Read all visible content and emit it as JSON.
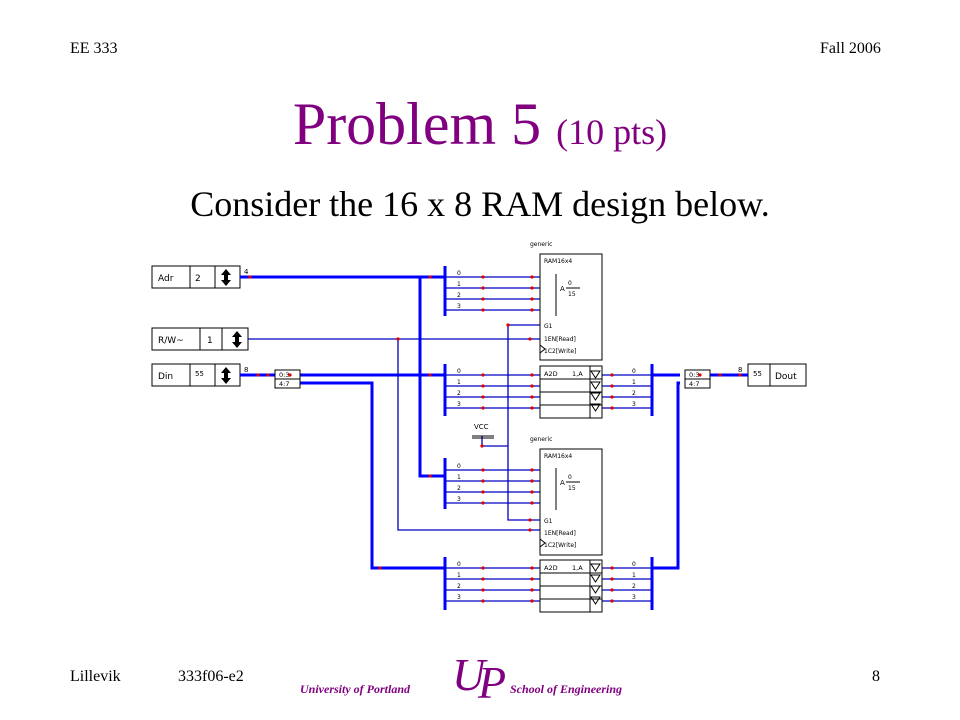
{
  "header": {
    "course": "EE 333",
    "term": "Fall 2006"
  },
  "title": {
    "main": "Problem 5",
    "points": "(10 pts)"
  },
  "subtitle": "Consider the 16 x 8 RAM design below.",
  "schematic": {
    "inputs": {
      "adr": {
        "label": "Adr",
        "value": "2",
        "bus_width": "4"
      },
      "rw": {
        "label": "R/W~",
        "value": "1"
      },
      "din": {
        "label": "Din",
        "value": "55",
        "bus_width": "8"
      }
    },
    "output": {
      "label": "Dout",
      "value": "55",
      "bus_width": "8"
    },
    "split_labels": {
      "low": "0:3",
      "high": "4:7"
    },
    "vcc": "VCC",
    "chips": [
      {
        "name": "generic",
        "part": "RAM16x4",
        "a_label": "A",
        "a_top": "0",
        "a_bottom": "15",
        "g": "G1",
        "en": "1EN[Read]",
        "c2": "1C2[Write]",
        "a2d": "A2D",
        "oa": "1,A"
      },
      {
        "name": "generic",
        "part": "RAM16x4",
        "a_label": "A",
        "a_top": "0",
        "a_bottom": "15",
        "g": "G1",
        "en": "1EN[Read]",
        "c2": "1C2[Write]",
        "a2d": "A2D",
        "oa": "1,A"
      }
    ],
    "pins": [
      "0",
      "1",
      "2",
      "3"
    ]
  },
  "footer": {
    "author": "Lillevik",
    "file": "333f06-e2",
    "page": "8",
    "university": "University of Portland",
    "school": "School of Engineering",
    "logo_u": "U",
    "logo_p": "P"
  },
  "colors": {
    "title": "#800080",
    "bus": "#0000ff",
    "wire": "#0000c0",
    "node": "#e00000",
    "logo": "#800080"
  }
}
